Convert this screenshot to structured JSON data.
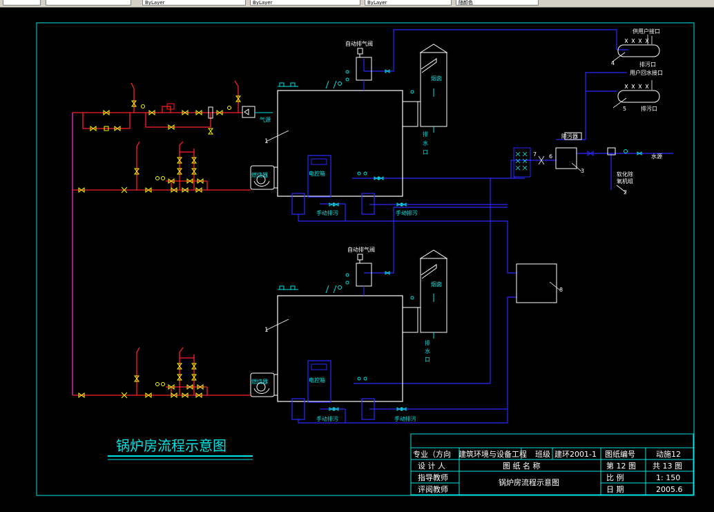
{
  "toolbar": {
    "linetype_value": "ByLayer",
    "lineweight_value": "ByLayer",
    "color_value": "ByLayer",
    "plotstyle_value": "随颜色"
  },
  "diagram": {
    "title": "锅炉房流程示意图",
    "labels": {
      "auto_vent_1": "自动排气阀",
      "auto_vent_2": "自动排气阀",
      "chimney_1": "烟囱",
      "chimney_2": "烟囱",
      "drain_1": [
        "排",
        "水",
        "口"
      ],
      "drain_2": [
        "排",
        "水",
        "口"
      ],
      "gas_source": "气源",
      "burner_1": "燃烧器",
      "burner_2": "燃烧器",
      "control_1": "电控箱",
      "control_2": "电控箱",
      "manual_blowdown_1a": "手动排污",
      "manual_blowdown_1b": "手动排污",
      "manual_blowdown_2a": "手动排污",
      "manual_blowdown_2b": "手动排污",
      "supply_user": "供用户接口",
      "return_user": "用户回水接口",
      "sewage_1": "排污口",
      "sewage_2": "排污口",
      "dirt_separator": "除污器",
      "water_source": "水源",
      "softener": [
        "软化除",
        "氧机组"
      ]
    },
    "callouts": {
      "boiler_1": "1",
      "boiler_2": "1",
      "softener_no": "2",
      "tank_no": "3",
      "supply_header_no": "4",
      "return_header_no": "5",
      "pump_group_no": "7",
      "item_6": "6",
      "item_8": "8"
    }
  },
  "title_block": {
    "major_label": "专业（方向",
    "major_value": "建筑环境与设备工程",
    "class_label": "班级",
    "class_value": "建环2001-1",
    "drawing_no_label": "图纸编号",
    "drawing_no_value": "动施12",
    "designer_label": "设 计 人",
    "drawing_name_label": "图 纸 名 称",
    "sheet_label": "第 12 图",
    "total_label": "共 13 图",
    "advisor_label": "指导教师",
    "drawing_name_value": "锅炉房流程示意图",
    "scale_label": "比 例",
    "scale_value": "1: 150",
    "reviewer_label": "评阅教师",
    "date_label": "日 期",
    "date_value": "2005.6"
  },
  "colors": {
    "pipe_blue": "#2a2aff",
    "pipe_red": "#ff2020",
    "cyan": "#00e5e5",
    "yellow": "#ffff00",
    "magenta": "#ff30ff",
    "green": "#20ff20",
    "white": "#ffffff"
  }
}
